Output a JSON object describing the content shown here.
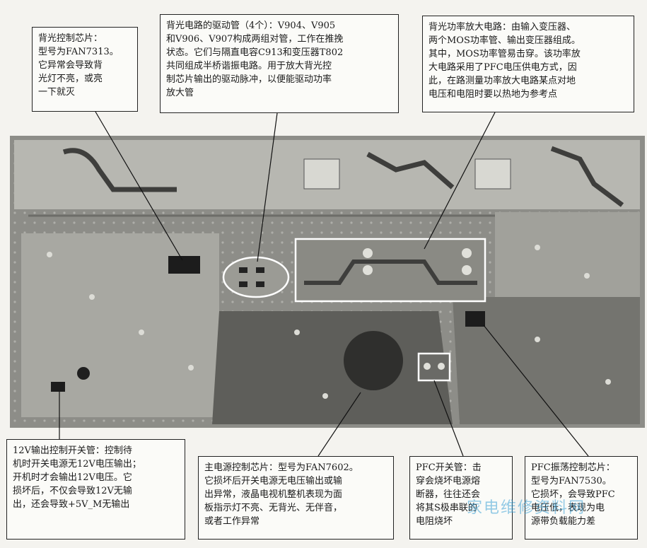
{
  "callouts": {
    "backlight_chip": "背光控制芯片：\n型号为FAN7313。\n它异常会导致背\n光灯不亮，或亮\n一下就灭",
    "drive_tubes": "背光电路的驱动管（4个）：V904、V905\n和V906、V907构成两组对管，工作在推挽\n状态。它们与隔直电容C913和变压器T802\n共同组成半桥谐振电路。用于放大背光控\n制芯片输出的驱动脉冲，以便能驱动功率\n放大管",
    "power_amp": "背光功率放大电路：由输入变压器、\n两个MOS功率管、输出变压器组成。\n其中，MOS功率管易击穿。该功率放\n大电路采用了PFC电压供电方式，因\n此，在路测量功率放大电路某点对地\n电压和电阻时要以热地为参考点",
    "switch_12v": "12V输出控制开关管：控制待\n机时开关电源无12V电压输出；\n开机时才会输出12V电压。它\n损坏后，不仅会导致12V无输\n出，还会导致+5V_M无输出",
    "main_chip": "主电源控制芯片：型号为FAN7602。\n它损坏后开关电源无电压输出或输\n出异常，液晶电视机整机表现为面\n板指示灯不亮、无背光、无伴音，\n或者工作异常",
    "pfc_switch": "PFC开关管：击\n穿会烧坏电源熔\n断器，往往还会\n将其S极串联的\n电阻烧坏",
    "pfc_chip": "PFC振荡控制芯片：\n型号为FAN7530。\n它损坏，会导致PFC\n电压低，表现为电\n源带负载能力差"
  },
  "watermark": "家电维修资料网"
}
